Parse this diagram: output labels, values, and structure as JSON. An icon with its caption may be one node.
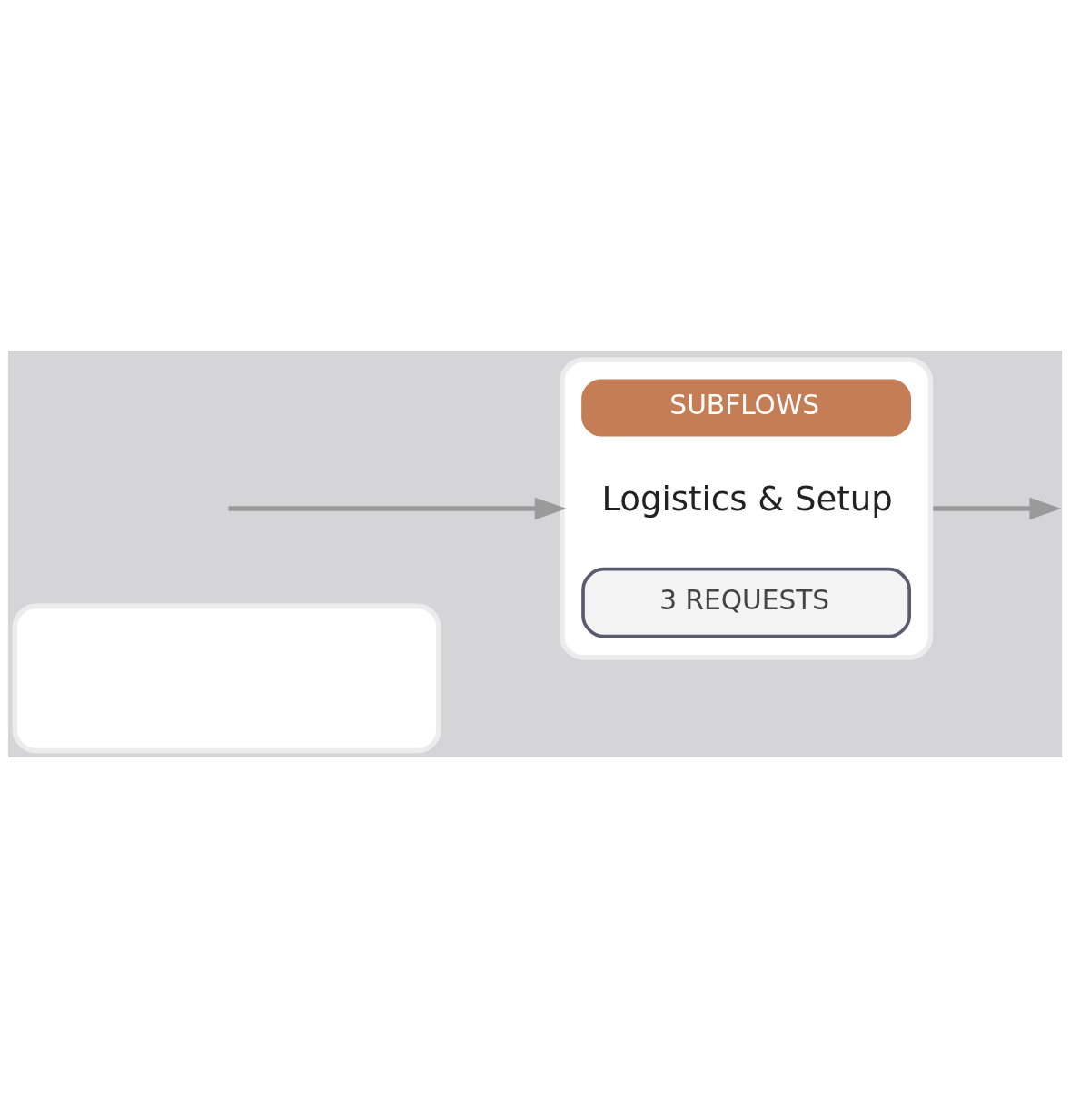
{
  "diagram": {
    "nodes": [
      {
        "text": [],
        "shape": "box"
      },
      {
        "text": [
          "SUBFLOWS",
          "Logistics & Setup",
          "3 REQUESTS"
        ]
      }
    ],
    "edges": [
      {
        "from": null,
        "to": 1,
        "arrow": "to"
      },
      {
        "from": 1,
        "to": null,
        "arrow": "to"
      }
    ]
  }
}
